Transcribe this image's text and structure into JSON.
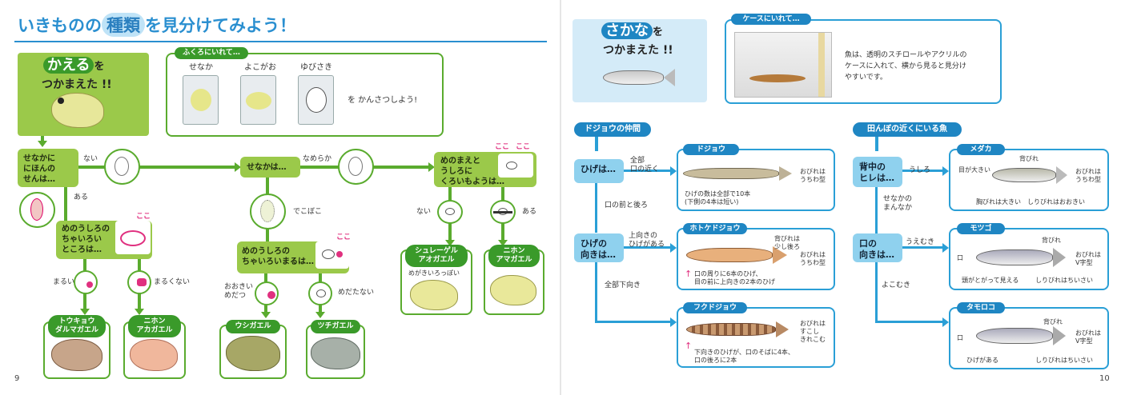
{
  "left_page": {
    "title_pre": "いきものの",
    "title_hl": "種類",
    "title_post": "を見分けてみよう！",
    "page_number": "9",
    "frog_header": {
      "highlight": "かえる",
      "suffix": "を",
      "line2": "つかまえた !!"
    },
    "bag_panel": {
      "tag": "ふくろにいれて…",
      "views": [
        "せなか",
        "よこがお",
        "ゆびさき"
      ],
      "instruction": "を かんさつしよう!"
    },
    "q1": {
      "text": "せなかに\nにほんの\nせんは…",
      "no": "ない",
      "yes": "ある"
    },
    "q2": {
      "text": "せなかは…",
      "smooth": "なめらか",
      "bumpy": "でこぼこ"
    },
    "q3": {
      "text": "めのまえと\nうしろに\nくろいもようは…",
      "here": "ここ",
      "none": "ない",
      "some": "ある",
      "here2": "ここ"
    },
    "q4": {
      "text": "めのうしろの\nちゃいろい\nところは…",
      "here": "ここ",
      "round": "まるい",
      "notround": "まるくない"
    },
    "q5": {
      "text": "めのうしろの\nちゃいろいまるは…",
      "here": "ここ",
      "big": "おおきい\nめだつ",
      "small": "めだたない"
    },
    "species": [
      {
        "name": "トウキョウ\nダルマガエル"
      },
      {
        "name": "ニホン\nアカガエル"
      },
      {
        "name": "ウシガエル"
      },
      {
        "name": "ツチガエル"
      },
      {
        "name": "シュレーゲル\nアオガエル",
        "note": "めがきいろっぽい"
      },
      {
        "name": "ニホン\nアマガエル"
      }
    ]
  },
  "right_page": {
    "page_number": "10",
    "fish_header": {
      "highlight": "さかな",
      "suffix": "を",
      "line2": "つかまえた !!"
    },
    "case_panel": {
      "tag": "ケースにいれて…",
      "text": "魚は、透明のスチロールやアクリルの\nケースに入れて、横から見ると見分け\nやすいです。"
    },
    "loach_group": {
      "header": "ドジョウの仲間",
      "q1": "ひげは…",
      "q1_a": "全部\n口の近く",
      "q1_b": "口の前と後ろ",
      "q2": "ひげの\n向きは…",
      "q2_a": "上向きの\nひげがある",
      "q2_b": "全部下向き",
      "cards": [
        {
          "name": "ドジョウ",
          "tail": "おびれは\nうちわ型",
          "note": "ひげの数は全部で10本\n(下側の4本は短い)"
        },
        {
          "name": "ホトケドジョウ",
          "dorsal": "背びれは\n少し後ろ",
          "tail": "おびれは\nうちわ型",
          "note": "口の周りに6本のひげ、\n目の前に上向きの2本のひげ"
        },
        {
          "name": "フクドジョウ",
          "tail": "おびれは\nすこし\nきれこむ",
          "note": "下向きのひげが、口のそばに4本、\n口の後ろに2本"
        }
      ]
    },
    "paddy_group": {
      "header": "田んぼの近くにいる魚",
      "q1": "背中の\nヒレは…",
      "q1_a": "うしろ",
      "q1_b": "せなかの\nまんなか",
      "q2": "口の\n向きは…",
      "q2_a": "うえむき",
      "q2_b": "よこむき",
      "cards": [
        {
          "name": "メダカ",
          "dorsal": "背びれ",
          "eye": "目が大きい",
          "tail": "おびれは\nうちわ型",
          "chest": "胸びれは大きい",
          "anal": "しりびれはおおきい"
        },
        {
          "name": "モツゴ",
          "dorsal": "背びれ",
          "tail": "おびれは\nV字型",
          "mouth": "口",
          "head": "頭がとがって見える",
          "anal": "しりびれはちいさい"
        },
        {
          "name": "タモロコ",
          "dorsal": "背びれ",
          "tail": "おびれは\nV字型",
          "mouth": "口",
          "barbel": "ひげがある",
          "anal": "しりびれはちいさい"
        }
      ]
    }
  }
}
